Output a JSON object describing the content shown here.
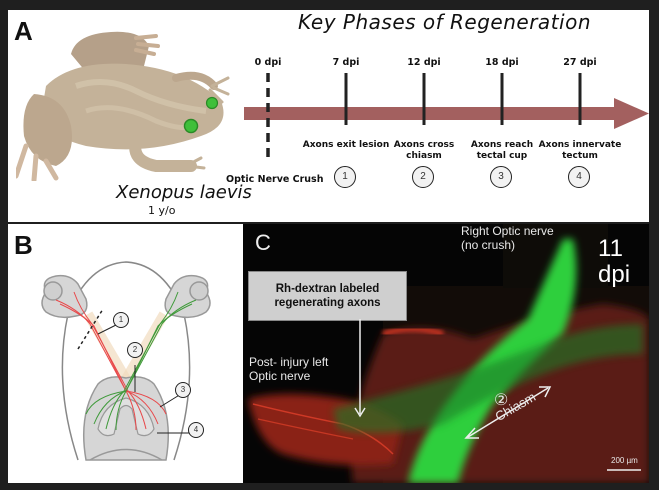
{
  "panels": {
    "a": {
      "label": "A",
      "title": "Key Phases of Regeneration",
      "species": "Xenopus laevis",
      "age": "1 y/o",
      "crush_label": "Optic Nerve Crush",
      "timeline": [
        {
          "tick": "0 dpi",
          "phase": "",
          "marker": ""
        },
        {
          "tick": "7 dpi",
          "phase": "Axons exit lesion",
          "marker": "1"
        },
        {
          "tick": "12 dpi",
          "phase": "Axons cross chiasm",
          "marker": "2"
        },
        {
          "tick": "18 dpi",
          "phase": "Axons reach tectal cup",
          "marker": "3"
        },
        {
          "tick": "27 dpi",
          "phase": "Axons innervate tectum",
          "marker": "4"
        }
      ],
      "arrow_color": "#a3605f"
    },
    "b": {
      "label": "B",
      "markers": [
        "1",
        "2",
        "3",
        "4"
      ],
      "colors": {
        "injured": "#e8484a",
        "uninjured": "#3f9a3a",
        "tissue": "#d6d6d6"
      }
    },
    "c": {
      "label": "C",
      "time": "11 dpi",
      "right_nerve": "Right  Optic nerve",
      "right_nerve_note": "(no crush)",
      "left_nerve": "Post- injury left",
      "left_nerve_2": "Optic nerve",
      "callout": "Rh-dextran labeled regenerating axons",
      "chiasm_marker": "②",
      "chiasm": "Chiasm",
      "scale_bar": "200 µm",
      "colors": {
        "green": "#3ddc4a",
        "red": "#d8321e"
      }
    }
  }
}
